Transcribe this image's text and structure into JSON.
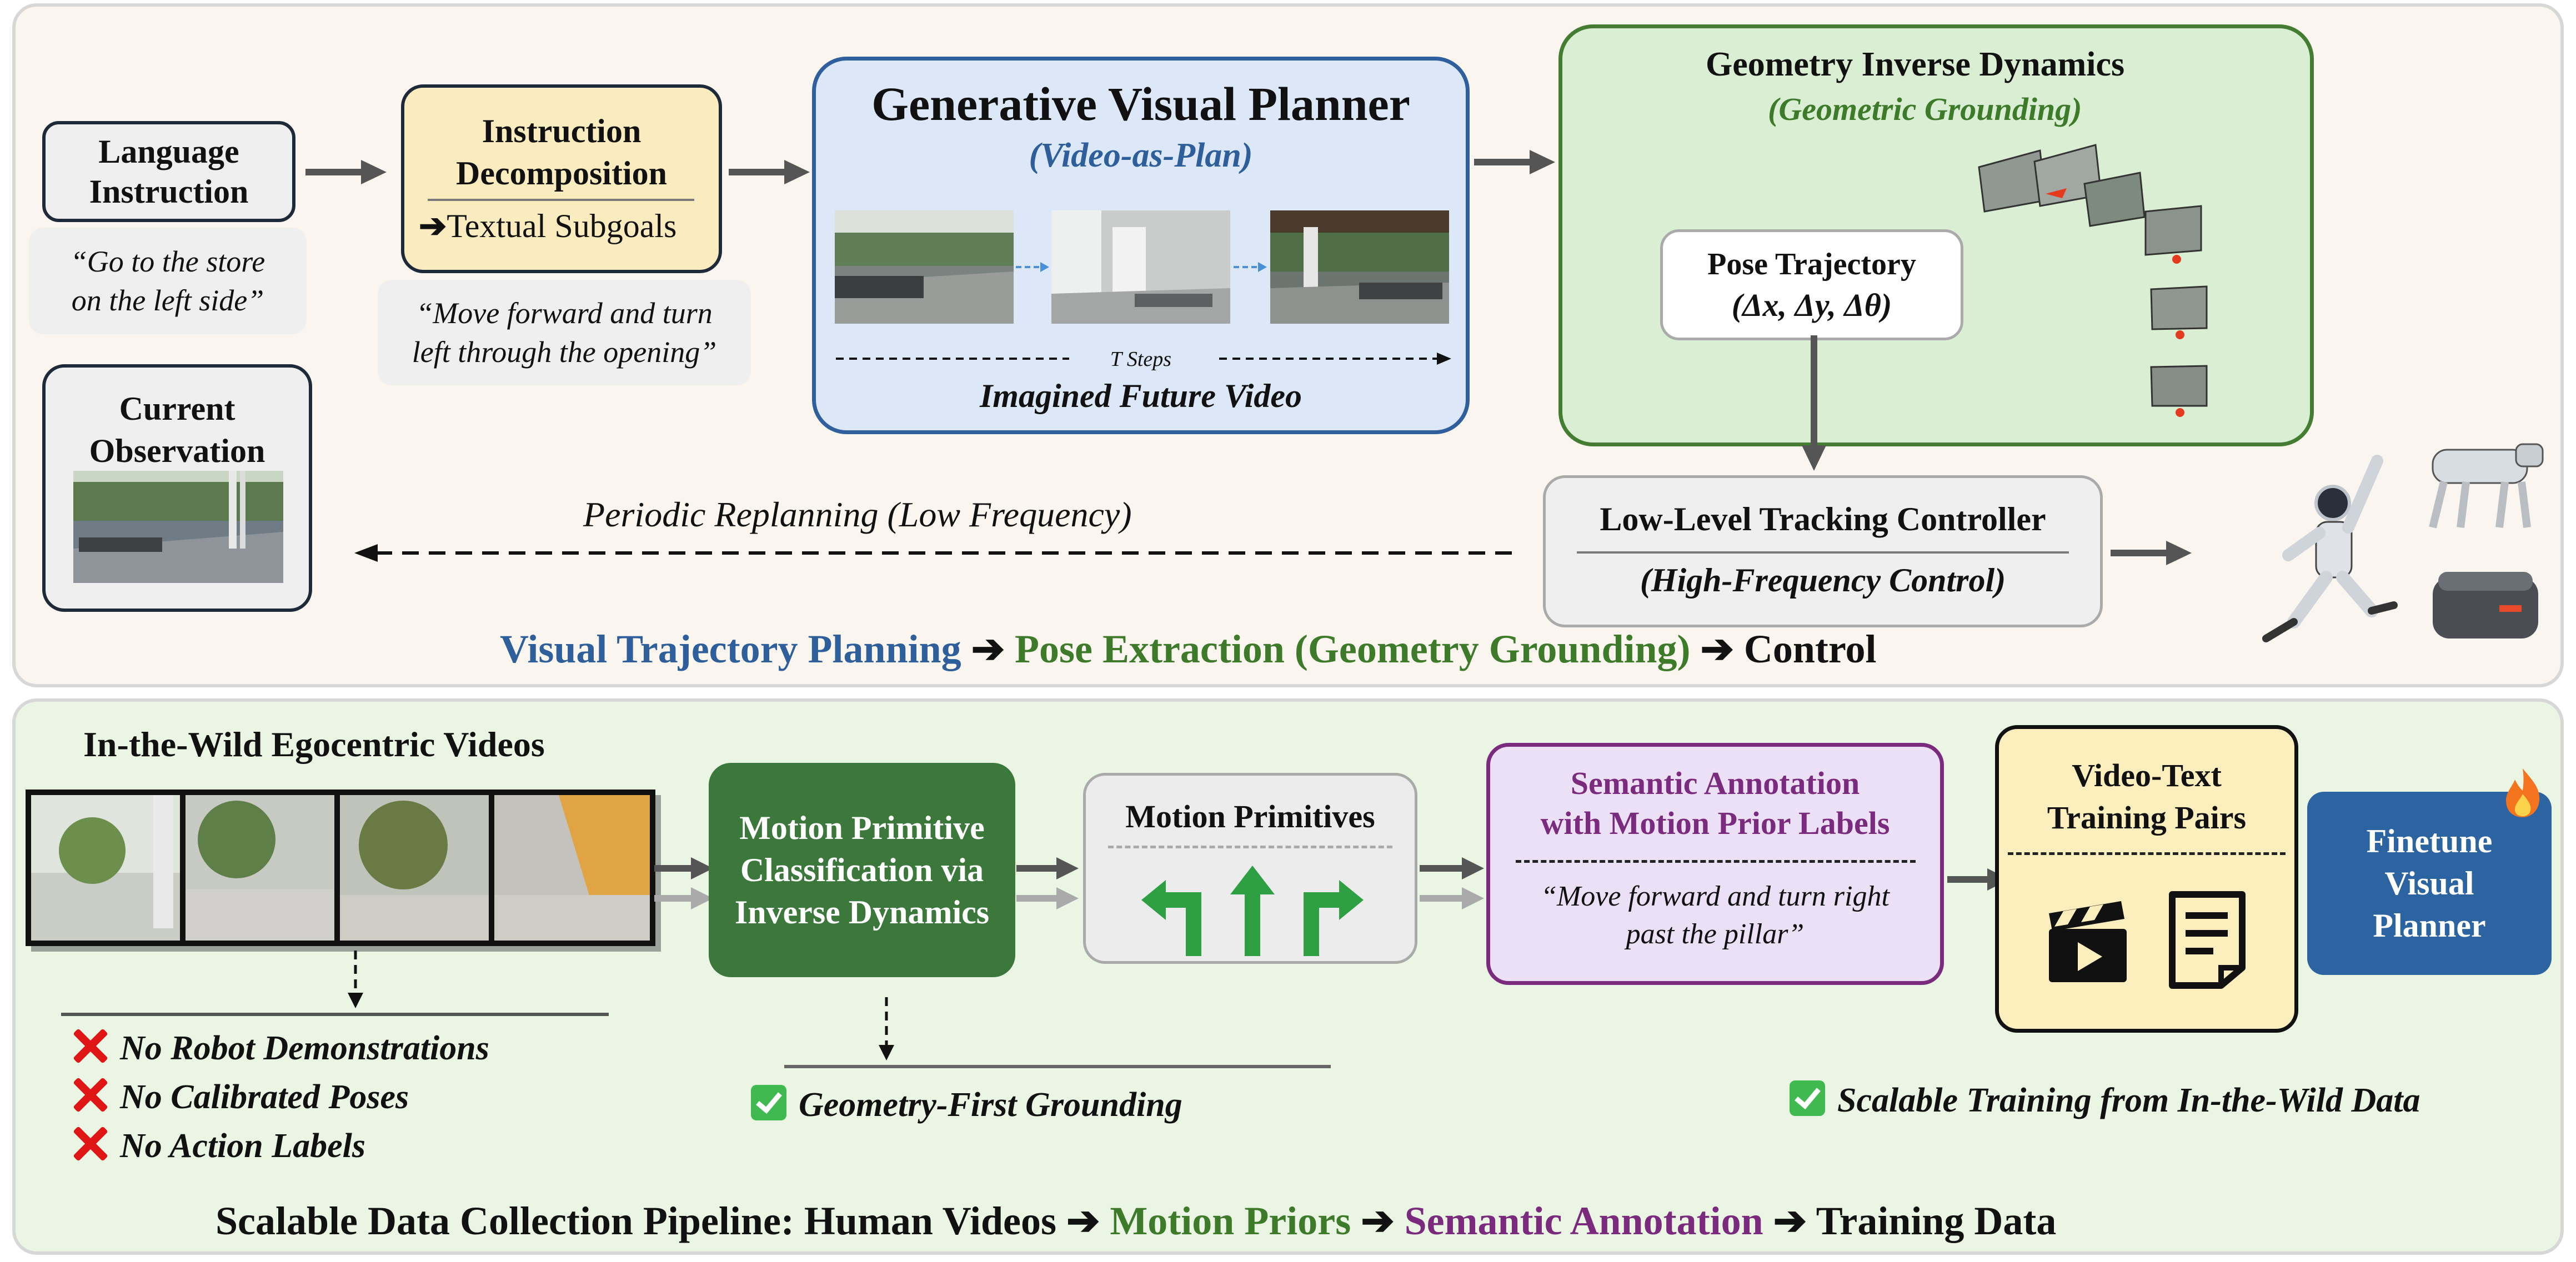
{
  "colors": {
    "blue": "#2e5f9a",
    "green": "#3d7a2a",
    "purple": "#7a2b7e",
    "top_bg": "#faf6ef",
    "bottom_bg": "#ebf5e4",
    "planner_fill": "#dce8f7",
    "planner_border": "#2f5f9c",
    "geo_fill": "#d9eed2",
    "geo_border": "#447d32",
    "decomp_fill": "#fbecc0",
    "mpc_fill": "#3c773c",
    "sem_fill": "#ece0f7",
    "sem_border": "#7a2b7e",
    "pairs_fill": "#fcefbd",
    "finetune_fill": "#2b64a0",
    "arrow_green": "#2ea043"
  },
  "top": {
    "language_instruction": "Language\nInstruction",
    "language_quote": "“Go to the store\non the left side”",
    "decomposition_title": "Instruction\nDecomposition",
    "decomposition_sub": "Textual Subgoals",
    "decomposition_quote": "“Move forward and turn\nleft through the opening”",
    "current_observation": "Current\nObservation",
    "planner_title": "Generative Visual Planner",
    "planner_subtitle": "(Video-as-Plan)",
    "t_steps": "T Steps",
    "imagined_video": "Imagined Future Video",
    "geo_title": "Geometry Inverse Dynamics",
    "geo_subtitle": "(Geometric Grounding)",
    "pose_title": "Pose Trajectory",
    "pose_formula": "(Δx, Δy, Δθ)",
    "replanning": "Periodic Replanning (Low Frequency)",
    "controller_title": "Low-Level Tracking Controller",
    "controller_sub": "(High-Frequency Control)",
    "caption_part1": "Visual Trajectory Planning",
    "caption_part2": "Pose Extraction (Geometry Grounding)",
    "caption_part3": "Control"
  },
  "bottom": {
    "videos_title": "In-the-Wild Egocentric Videos",
    "no_items": [
      "No Robot Demonstrations",
      "No Calibrated Poses",
      "No Action Labels"
    ],
    "mpc_title": "Motion Primitive\nClassification via\nInverse Dynamics",
    "primitives_title": "Motion Primitives",
    "geometry_first": "Geometry-First Grounding",
    "semantic_title": "Semantic Annotation\nwith Motion Prior Labels",
    "semantic_quote": "“Move forward and turn right\npast the pillar”",
    "pairs_title": "Video-Text\nTraining Pairs",
    "finetune": "Finetune\nVisual\nPlanner",
    "scalable": "Scalable Training from In-the-Wild Data",
    "caption_part1": "Scalable Data Collection Pipeline: Human Videos",
    "caption_part2": "Motion Priors",
    "caption_part3": "Semantic Annotation",
    "caption_part4": "Training Data"
  }
}
